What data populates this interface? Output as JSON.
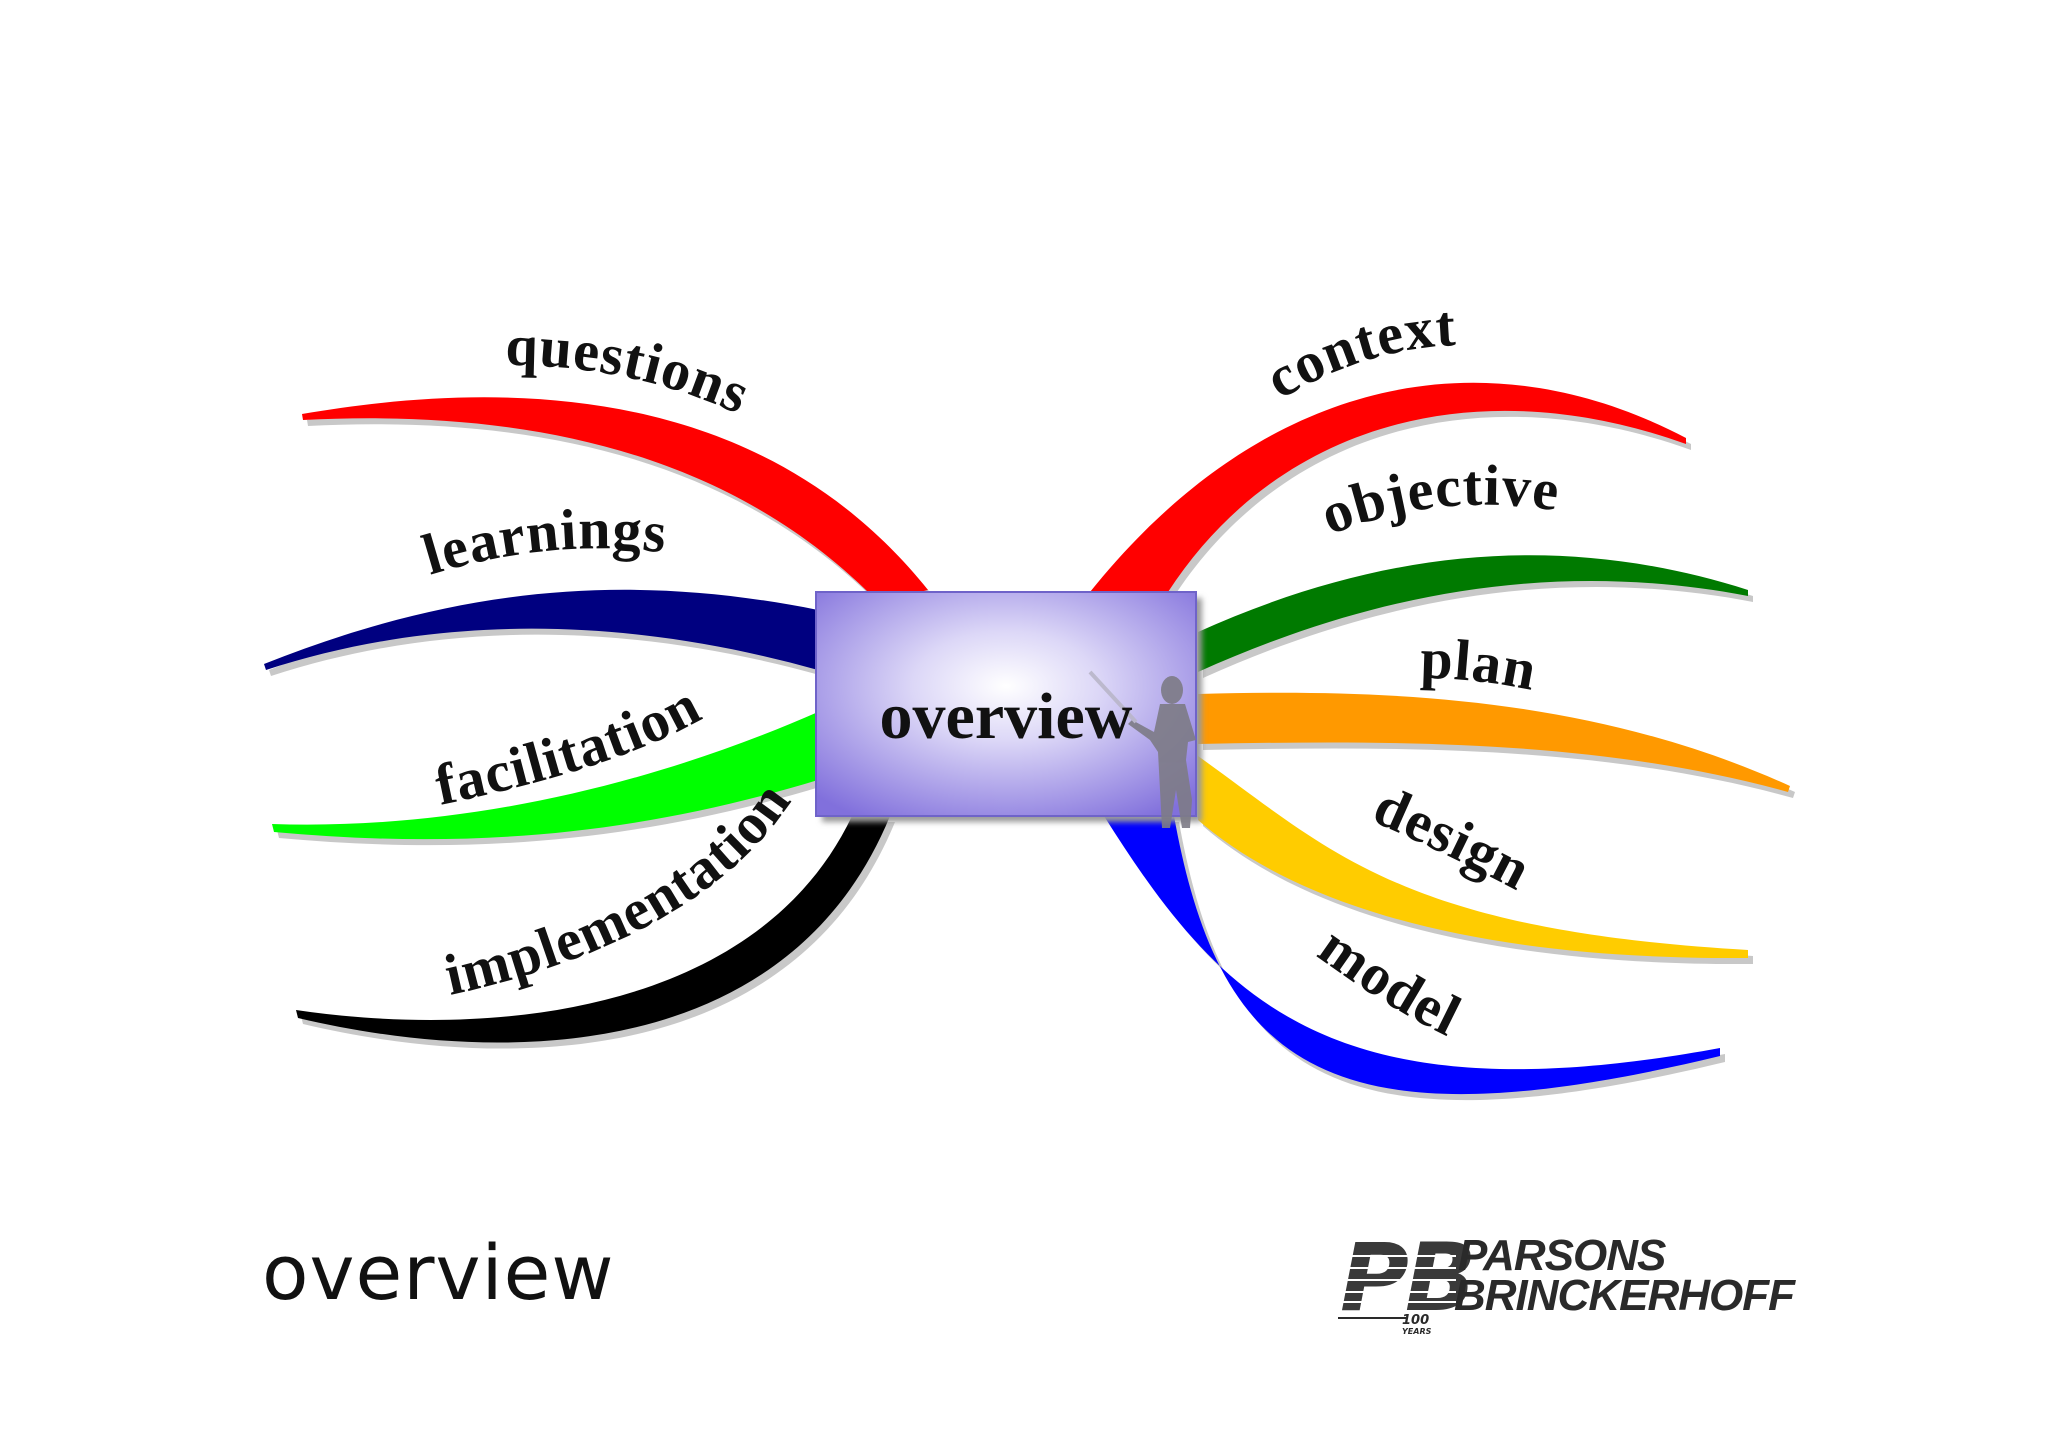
{
  "center": {
    "label": "overview"
  },
  "branches": {
    "questions": {
      "label": "questions",
      "color": "#ff0000"
    },
    "learnings": {
      "label": "learnings",
      "color": "#000080"
    },
    "facilitation": {
      "label": "facilitation",
      "color": "#00ff00"
    },
    "implementation": {
      "label": "implementation",
      "color": "#000000"
    },
    "context": {
      "label": "context",
      "color": "#ff0000"
    },
    "objective": {
      "label": "objective",
      "color": "#007a00"
    },
    "plan": {
      "label": "plan",
      "color": "#ff9900"
    },
    "design": {
      "label": "design",
      "color": "#ffcc00"
    },
    "model": {
      "label": "model",
      "color": "#0000ff"
    }
  },
  "slide": {
    "title": "overview"
  },
  "logo": {
    "mark": "PB",
    "line1": "PARSONS",
    "line2": "BRINCKERHOFF",
    "badge": "100",
    "badge_sub": "YEARS"
  }
}
